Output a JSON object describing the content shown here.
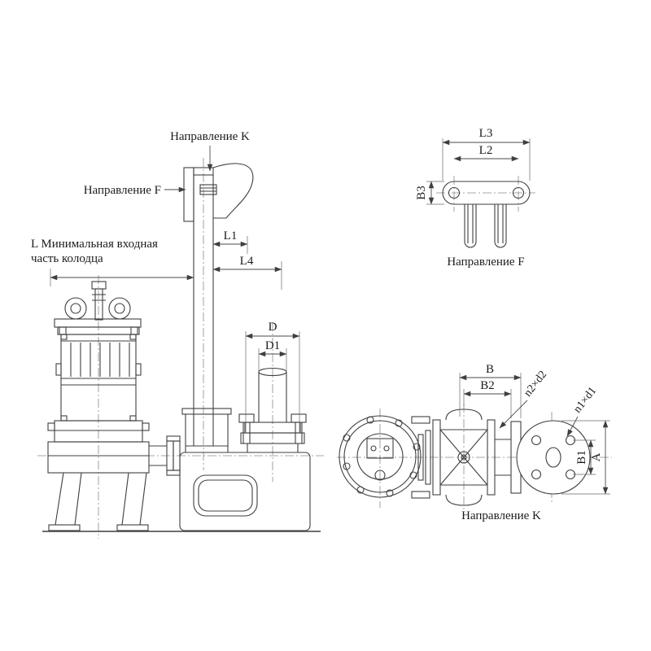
{
  "page": {
    "background": "#ffffff",
    "line_color": "#3f3f3f"
  },
  "main_view": {
    "direction_k_label": "Направление K",
    "direction_f_label": "Направление F",
    "min_inlet_label_line1": "L Минимальная входная",
    "min_inlet_label_line2": "часть колодца",
    "dim_l1": "L1",
    "dim_l4": "L4",
    "dim_d": "D",
    "dim_d1": "D1"
  },
  "view_f": {
    "dim_l3": "L3",
    "dim_l2": "L2",
    "dim_b3": "B3",
    "caption": "Направление F"
  },
  "view_k": {
    "dim_b": "B",
    "dim_b2": "B2",
    "dim_n2d2": "n2×d2",
    "dim_n1d1": "n1×d1",
    "dim_b1": "B1",
    "dim_a": "A",
    "caption": "Направление K"
  }
}
